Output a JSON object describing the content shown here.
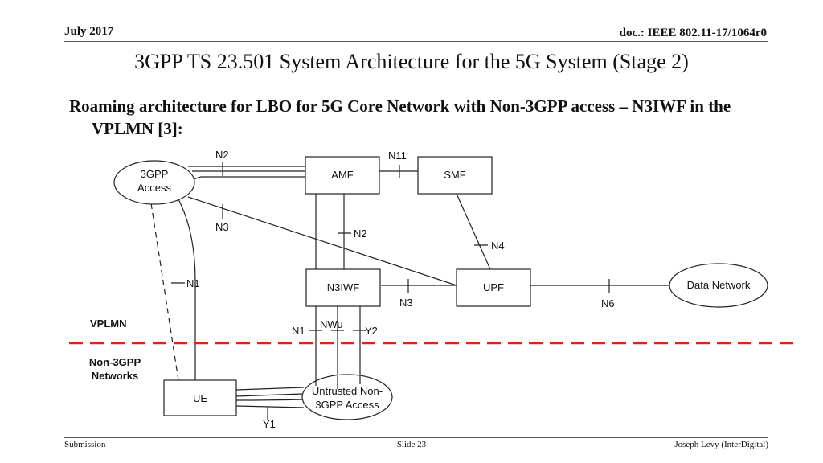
{
  "header": {
    "date": "July 2017",
    "doc": "doc.: IEEE 802.11-17/1064r0"
  },
  "title": "3GPP TS 23.501 System Architecture for the 5G System (Stage 2)",
  "subtitle": "Roaming architecture for LBO for 5G Core Network with Non-3GPP access – N3IWF in the VPLMN [3]:",
  "diagram": {
    "nodes": {
      "access_3gpp_line1": "3GPP",
      "access_3gpp_line2": "Access",
      "amf": "AMF",
      "smf": "SMF",
      "n3iwf": "N3IWF",
      "upf": "UPF",
      "data_network": "Data Network",
      "ue": "UE",
      "untrusted_line1": "Untrusted Non-",
      "untrusted_line2": "3GPP Access"
    },
    "interfaces": {
      "n2_top": "N2",
      "n11": "N11",
      "n3_left": "N3",
      "n2_mid": "N2",
      "n4": "N4",
      "n1_left": "N1",
      "n3_bottom": "N3",
      "n6": "N6",
      "n1_bottom": "N1",
      "nwu": "NWu",
      "y2": "Y2",
      "y1": "Y1"
    },
    "regions": {
      "vplmn": "VPLMN",
      "non3gpp_line1": "Non-3GPP",
      "non3gpp_line2": "Networks"
    },
    "colors": {
      "boundary": "#e02020",
      "line": "#222222"
    }
  },
  "footer": {
    "left": "Submission",
    "center": "Slide 23",
    "right": "Joseph Levy (InterDigital)"
  }
}
